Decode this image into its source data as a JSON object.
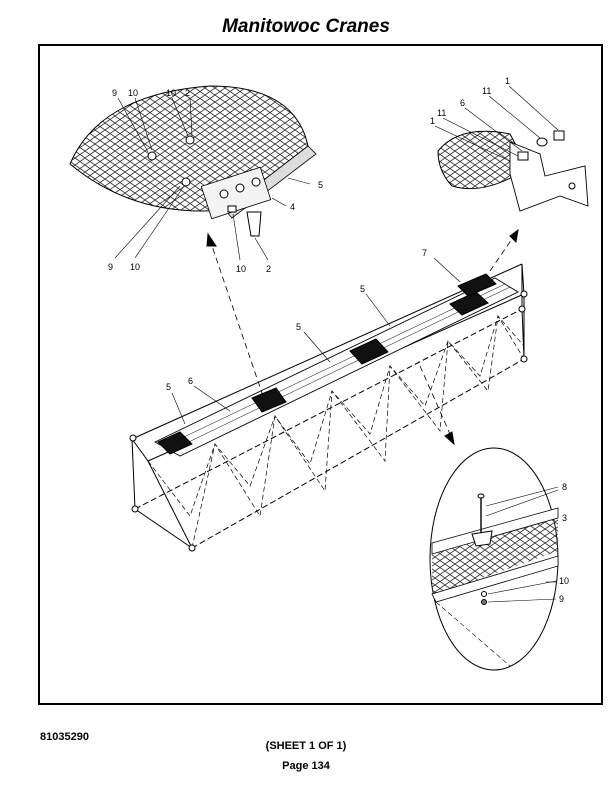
{
  "header": {
    "title": "Manitowoc Cranes"
  },
  "callouts": {
    "tl": [
      "9",
      "10",
      "10",
      "2",
      "5",
      "4",
      "9",
      "10",
      "10",
      "2"
    ],
    "tr": [
      "1",
      "11",
      "6",
      "11",
      "1"
    ],
    "main": [
      "7",
      "5",
      "5",
      "5",
      "6"
    ],
    "br": [
      "8",
      "3",
      "10",
      "9"
    ]
  },
  "footer": {
    "part_number": "81035290",
    "sheet": "(SHEET 1 OF 1)",
    "page": "Page 134"
  }
}
